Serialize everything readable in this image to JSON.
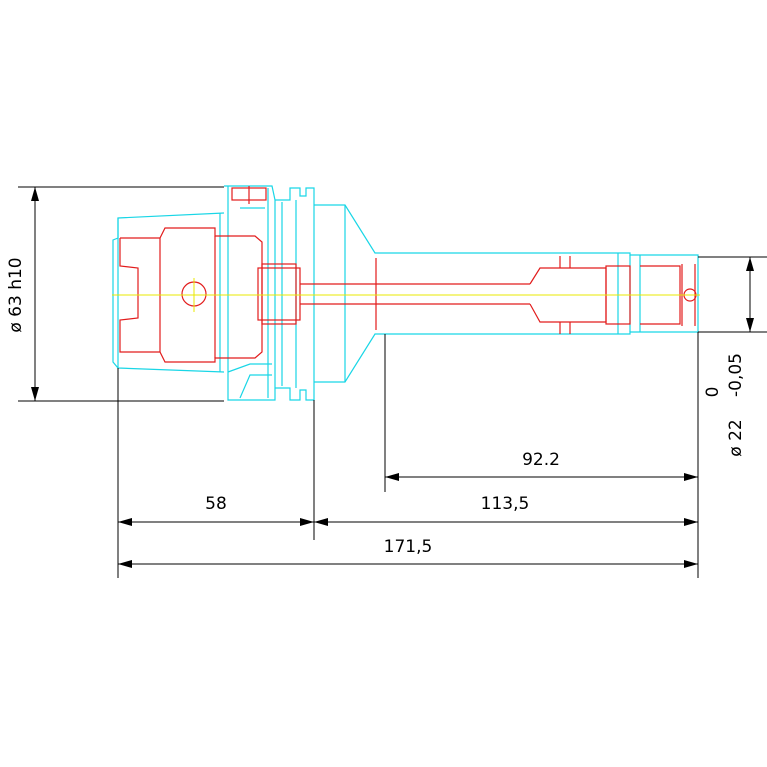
{
  "drawing": {
    "dimensions": {
      "diameter_main": "ø 63 h10",
      "diameter_tip": "ø 22",
      "tolerance_upper": "0",
      "tolerance_lower": "-0,05",
      "length_92": "92.2",
      "length_58": "58",
      "length_113": "113,5",
      "length_171": "171,5"
    },
    "colors": {
      "outline": "#19d6e6",
      "internal": "#e21c1c",
      "centerline": "#e8e800",
      "dimension": "#000000"
    }
  }
}
